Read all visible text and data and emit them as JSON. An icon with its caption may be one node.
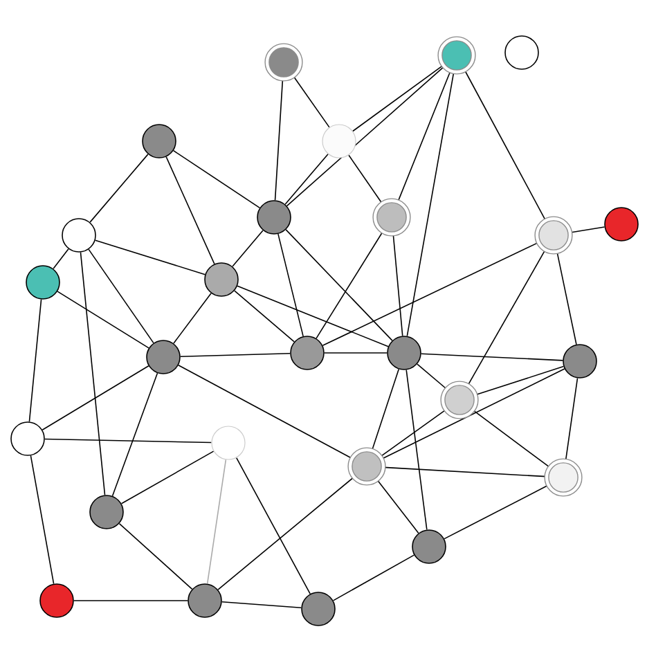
{
  "diagram": {
    "nodes": [
      {
        "text": [],
        "shape": "circle"
      },
      {
        "text": [],
        "shape": "circle"
      },
      {
        "text": [],
        "shape": "circle"
      },
      {
        "text": [],
        "shape": "circle"
      },
      {
        "text": [],
        "shape": "circle"
      },
      {
        "text": [],
        "shape": "circle"
      },
      {
        "text": [],
        "shape": "circle"
      },
      {
        "text": [],
        "shape": "circle"
      },
      {
        "text": [],
        "shape": "circle"
      },
      {
        "text": [],
        "shape": "circle"
      },
      {
        "text": [],
        "shape": "circle"
      },
      {
        "text": [],
        "shape": "circle"
      },
      {
        "text": [],
        "shape": "circle"
      },
      {
        "text": [],
        "shape": "circle"
      },
      {
        "text": [],
        "shape": "circle"
      },
      {
        "text": [],
        "shape": "circle"
      },
      {
        "text": [],
        "shape": "circle"
      },
      {
        "text": [],
        "shape": "circle"
      },
      {
        "text": [],
        "shape": "circle"
      },
      {
        "text": [],
        "shape": "circle"
      },
      {
        "text": [],
        "shape": "circle"
      },
      {
        "text": [],
        "shape": "circle"
      },
      {
        "text": [],
        "shape": "circle"
      },
      {
        "text": [],
        "shape": "circle"
      },
      {
        "text": [],
        "shape": "circle"
      },
      {
        "text": [],
        "shape": "circle"
      }
    ],
    "edges": [
      {
        "from": 3,
        "to": 9,
        "arrow": "none"
      },
      {
        "from": 3,
        "to": 5,
        "arrow": "none"
      },
      {
        "from": 3,
        "to": 11,
        "arrow": "none"
      },
      {
        "from": 0,
        "to": 5,
        "arrow": "none"
      },
      {
        "from": 0,
        "to": 4,
        "arrow": "none"
      },
      {
        "from": 4,
        "to": 5,
        "arrow": "none"
      },
      {
        "from": 1,
        "to": 4,
        "arrow": "none"
      },
      {
        "from": 1,
        "to": 5,
        "arrow": "none"
      },
      {
        "from": 1,
        "to": 6,
        "arrow": "none"
      },
      {
        "from": 1,
        "to": 14,
        "arrow": "none"
      },
      {
        "from": 1,
        "to": 7,
        "arrow": "none"
      },
      {
        "from": 4,
        "to": 6,
        "arrow": "none"
      },
      {
        "from": 5,
        "to": 11,
        "arrow": "none"
      },
      {
        "from": 5,
        "to": 13,
        "arrow": "none"
      },
      {
        "from": 5,
        "to": 14,
        "arrow": "none"
      },
      {
        "from": 6,
        "to": 13,
        "arrow": "none"
      },
      {
        "from": 6,
        "to": 14,
        "arrow": "none"
      },
      {
        "from": 7,
        "to": 8,
        "arrow": "none"
      },
      {
        "from": 7,
        "to": 13,
        "arrow": "none"
      },
      {
        "from": 7,
        "to": 15,
        "arrow": "none"
      },
      {
        "from": 7,
        "to": 16,
        "arrow": "none"
      },
      {
        "from": 9,
        "to": 10,
        "arrow": "none"
      },
      {
        "from": 9,
        "to": 11,
        "arrow": "none"
      },
      {
        "from": 9,
        "to": 12,
        "arrow": "none"
      },
      {
        "from": 9,
        "to": 21,
        "arrow": "none"
      },
      {
        "from": 10,
        "to": 17,
        "arrow": "none"
      },
      {
        "from": 10,
        "to": 12,
        "arrow": "none"
      },
      {
        "from": 11,
        "to": 12,
        "arrow": "none"
      },
      {
        "from": 11,
        "to": 13,
        "arrow": "none"
      },
      {
        "from": 11,
        "to": 14,
        "arrow": "none"
      },
      {
        "from": 12,
        "to": 13,
        "arrow": "none"
      },
      {
        "from": 12,
        "to": 17,
        "arrow": "none"
      },
      {
        "from": 12,
        "to": 21,
        "arrow": "none"
      },
      {
        "from": 12,
        "to": 19,
        "arrow": "none"
      },
      {
        "from": 13,
        "to": 14,
        "arrow": "none"
      },
      {
        "from": 14,
        "to": 15,
        "arrow": "none"
      },
      {
        "from": 14,
        "to": 16,
        "arrow": "none"
      },
      {
        "from": 14,
        "to": 19,
        "arrow": "none"
      },
      {
        "from": 14,
        "to": 22,
        "arrow": "none"
      },
      {
        "from": 15,
        "to": 16,
        "arrow": "none"
      },
      {
        "from": 15,
        "to": 19,
        "arrow": "none"
      },
      {
        "from": 15,
        "to": 20,
        "arrow": "none"
      },
      {
        "from": 16,
        "to": 19,
        "arrow": "none"
      },
      {
        "from": 16,
        "to": 20,
        "arrow": "none"
      },
      {
        "from": 17,
        "to": 18,
        "arrow": "none"
      },
      {
        "from": 17,
        "to": 23,
        "arrow": "none"
      },
      {
        "from": 18,
        "to": 21,
        "arrow": "none"
      },
      {
        "from": 18,
        "to": 24,
        "arrow": "none",
        "color": "#aaaaaa"
      },
      {
        "from": 18,
        "to": 25,
        "arrow": "none"
      },
      {
        "from": 19,
        "to": 20,
        "arrow": "none"
      },
      {
        "from": 19,
        "to": 22,
        "arrow": "none"
      },
      {
        "from": 20,
        "to": 22,
        "arrow": "none"
      },
      {
        "from": 21,
        "to": 24,
        "arrow": "none"
      },
      {
        "from": 22,
        "to": 25,
        "arrow": "none"
      },
      {
        "from": 23,
        "to": 24,
        "arrow": "none"
      },
      {
        "from": 24,
        "to": 25,
        "arrow": "none"
      },
      {
        "from": 19,
        "to": 24,
        "arrow": "none"
      }
    ]
  }
}
